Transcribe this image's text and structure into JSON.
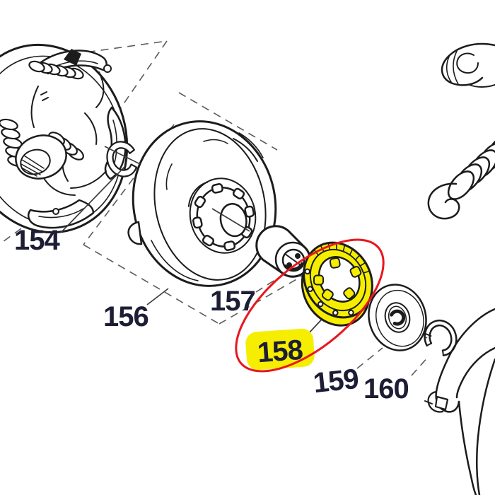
{
  "colors": {
    "background": "#ffffff",
    "line": "#1c1c1c",
    "label_text": "#1d1d35",
    "highlight_fill": "#f6ee00",
    "highlight_outline": "#e8171f",
    "leader": "#3c3c3c",
    "dash": "#5a5a5a"
  },
  "part_labels": [
    {
      "text": "154",
      "highlighted": false
    },
    {
      "text": "156",
      "highlighted": false
    },
    {
      "text": "157",
      "highlighted": false
    },
    {
      "text": "158",
      "highlighted": true
    },
    {
      "text": "159",
      "highlighted": false
    },
    {
      "text": "160",
      "highlighted": false
    }
  ]
}
